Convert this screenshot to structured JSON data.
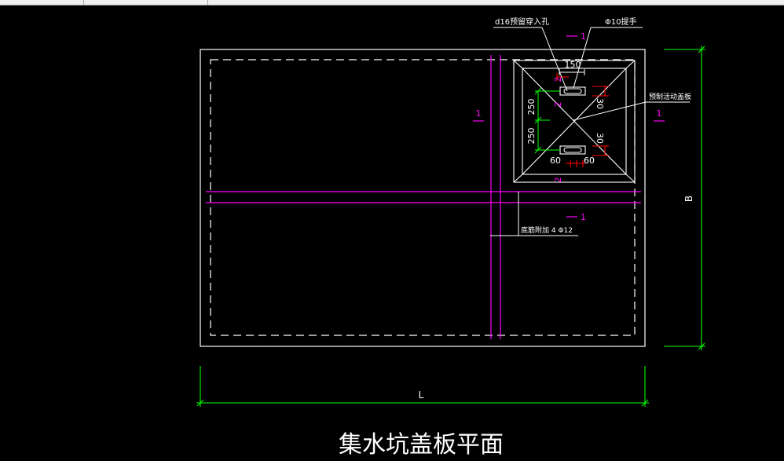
{
  "drawing": {
    "title": "集水坑盖板平面",
    "dim_L": "L",
    "dim_B": "B",
    "callout_hole": "d16预留穿入孔",
    "callout_handle": "Φ10提手",
    "callout_plate": "预制活动盖板",
    "callout_rebar": "底筋附加 4 Φ12",
    "section_mark": "1",
    "detail_mark": "2",
    "dims": {
      "d150": "150",
      "d250_top": "250",
      "d250_bottom": "250",
      "d30_top": "30",
      "d30_bottom": "30",
      "d60_left": "60",
      "d60_right": "60"
    },
    "colors": {
      "background": "#000000",
      "line_white": "#ffffff",
      "section_magenta": "#ff00ff",
      "dim_green": "#00ff00",
      "mark_red": "#ff0000"
    }
  }
}
